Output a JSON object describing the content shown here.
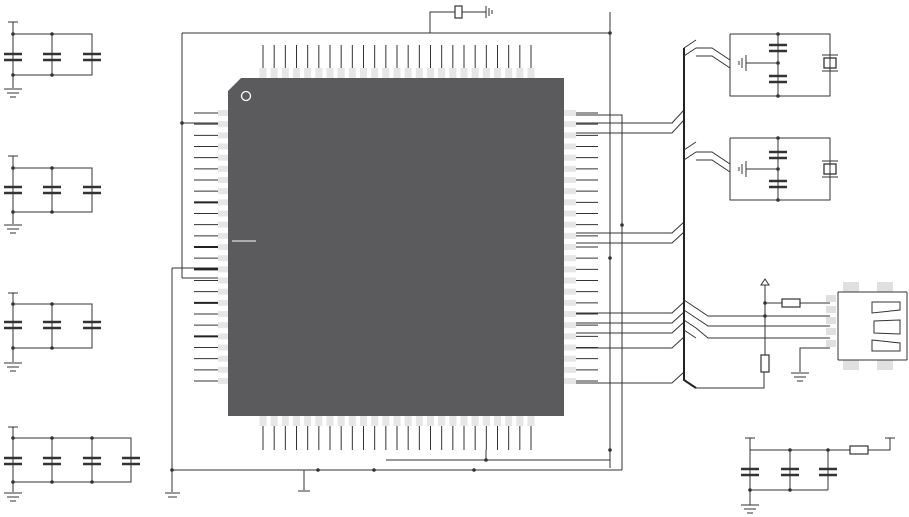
{
  "colors": {
    "background": "#ffffff",
    "chip_body": "#5b5b5d",
    "pin_pad": "#e6e6e6",
    "wire": "#333333",
    "bus": "#222222"
  },
  "chip": {
    "pins_per_side": 25,
    "pin1_marker": "circle"
  },
  "decoupling_groups": [
    {
      "capacitors": 3
    },
    {
      "capacitors": 3
    },
    {
      "capacitors": 3
    },
    {
      "capacitors": 4
    }
  ],
  "crystal_circuits": 2,
  "usb_connector": {
    "pins": 5,
    "icon": "usb-connector-icon"
  },
  "power_input_group": {
    "capacitors": 3,
    "resistors": 1
  }
}
